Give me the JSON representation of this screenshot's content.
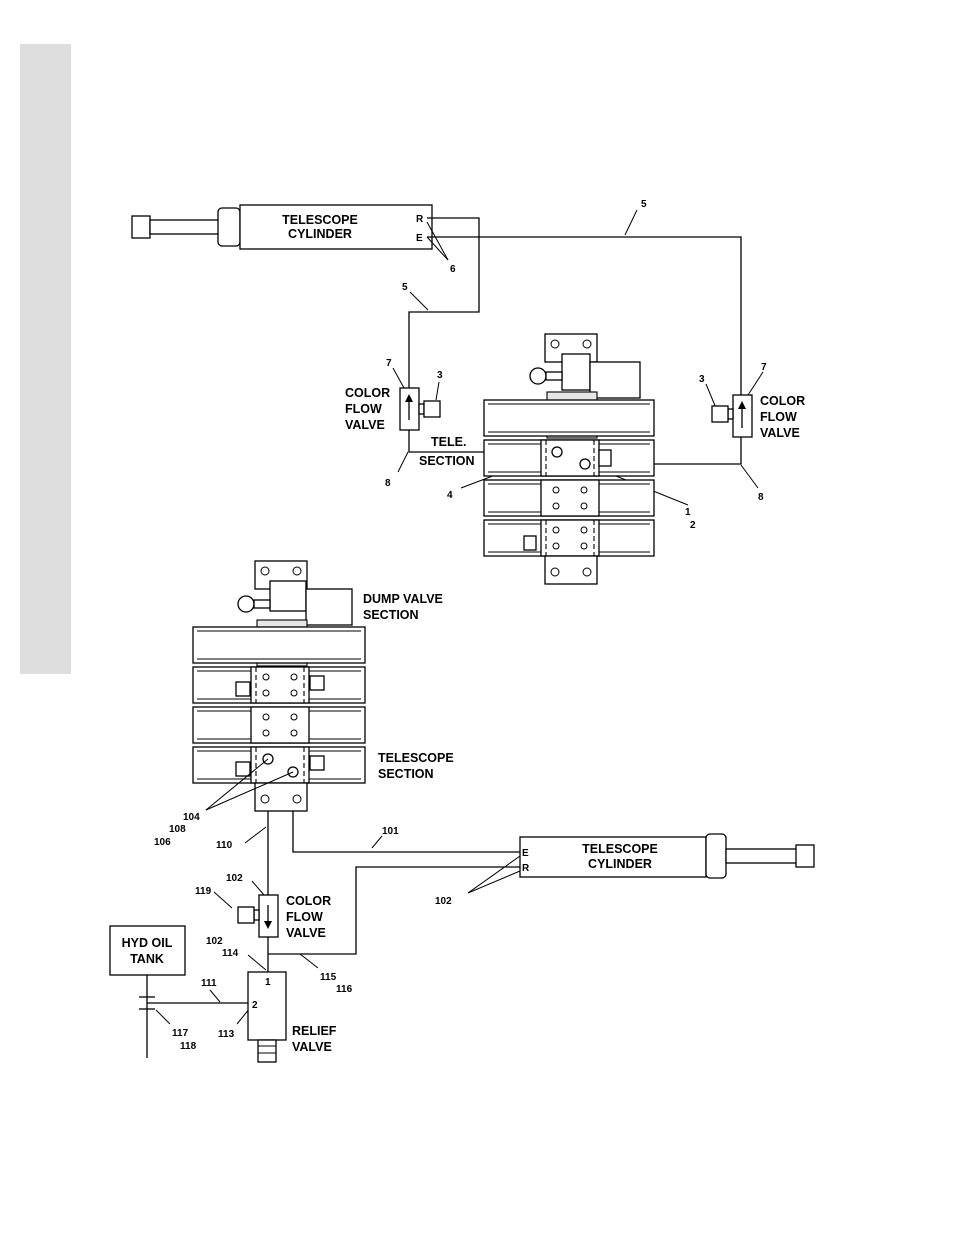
{
  "top": {
    "cylinder": {
      "line1": "TELESCOPE",
      "line2": "CYLINDER",
      "port_r": "R",
      "port_e": "E"
    },
    "left_valve": {
      "line1": "COLOR",
      "line2": "FLOW",
      "line3": "VALVE"
    },
    "right_valve": {
      "line1": "COLOR",
      "line2": "FLOW",
      "line3": "VALVE"
    },
    "section": {
      "line1": "TELE.",
      "line2": "SECTION"
    },
    "callouts": {
      "c5_right": "5",
      "c6": "6",
      "c5_left": "5",
      "c7_left": "7",
      "c3_left": "3",
      "c8_left": "8",
      "c4": "4",
      "c1": "1",
      "c2": "2",
      "c3_right": "3",
      "c7_right": "7",
      "c8_right": "8"
    }
  },
  "bottom": {
    "dump": {
      "line1": "DUMP VALVE",
      "line2": "SECTION"
    },
    "section": {
      "line1": "TELESCOPE",
      "line2": "SECTION"
    },
    "cylinder": {
      "line1": "TELESCOPE",
      "line2": "CYLINDER",
      "port_e": "E",
      "port_r": "R"
    },
    "valve": {
      "line1": "COLOR",
      "line2": "FLOW",
      "line3": "VALVE"
    },
    "tank": {
      "line1": "HYD OIL",
      "line2": "TANK"
    },
    "relief": {
      "line1": "RELIEF",
      "line2": "VALVE",
      "port1": "1",
      "port2": "2"
    },
    "callouts": {
      "c104": "104",
      "c108": "108",
      "c106": "106",
      "c110": "110",
      "c101": "101",
      "c102_cyl": "102",
      "c102_valve": "102",
      "c119": "119",
      "c102_b": "102",
      "c114": "114",
      "c115": "115",
      "c116": "116",
      "c111": "111",
      "c113": "113",
      "c117": "117",
      "c118": "118"
    }
  }
}
